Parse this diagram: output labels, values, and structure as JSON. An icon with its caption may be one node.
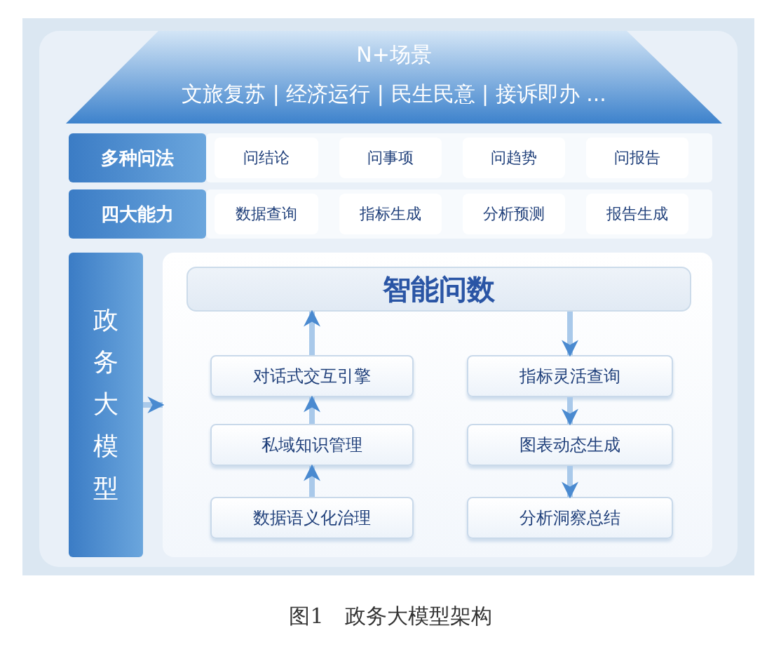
{
  "diagram": {
    "caption": "图1　政务大模型架构",
    "nodes": [
      {
        "text": [
          "N+场景",
          "文旅复苏 | 经济运行 | 民生民意 | 接诉即办 ..."
        ]
      },
      {
        "text": [
          "多种问法"
        ]
      },
      {
        "text": [
          "问结论"
        ]
      },
      {
        "text": [
          "问事项"
        ]
      },
      {
        "text": [
          "问趋势"
        ]
      },
      {
        "text": [
          "问报告"
        ]
      },
      {
        "text": [
          "四大能力"
        ]
      },
      {
        "text": [
          "数据查询"
        ]
      },
      {
        "text": [
          "指标生成"
        ]
      },
      {
        "text": [
          "分析预测"
        ]
      },
      {
        "text": [
          "报告生成"
        ]
      },
      {
        "text": [
          "政务大模型"
        ]
      },
      {
        "text": [],
        "shape": "box"
      },
      {
        "text": [
          "智能问数"
        ],
        "in": 12
      },
      {
        "text": [
          "对话式交互引擎"
        ],
        "in": 12
      },
      {
        "text": [
          "指标灵活查询"
        ],
        "in": 12
      },
      {
        "text": [
          "私域知识管理"
        ],
        "in": 12
      },
      {
        "text": [
          "图表动态生成"
        ],
        "in": 12
      },
      {
        "text": [
          "数据语义化治理"
        ],
        "in": 12
      },
      {
        "text": [
          "分析洞察总结"
        ],
        "in": 12
      }
    ],
    "edges": [
      {
        "from": 11,
        "to": 12,
        "arrow": "to"
      },
      {
        "from": 14,
        "to": 13,
        "arrow": "to"
      },
      {
        "from": 16,
        "to": 14,
        "arrow": "to"
      },
      {
        "from": 18,
        "to": 16,
        "arrow": "to"
      },
      {
        "from": 13,
        "to": 15,
        "arrow": "to"
      },
      {
        "from": 15,
        "to": 17,
        "arrow": "to"
      },
      {
        "from": 17,
        "to": 19,
        "arrow": "to"
      }
    ]
  }
}
